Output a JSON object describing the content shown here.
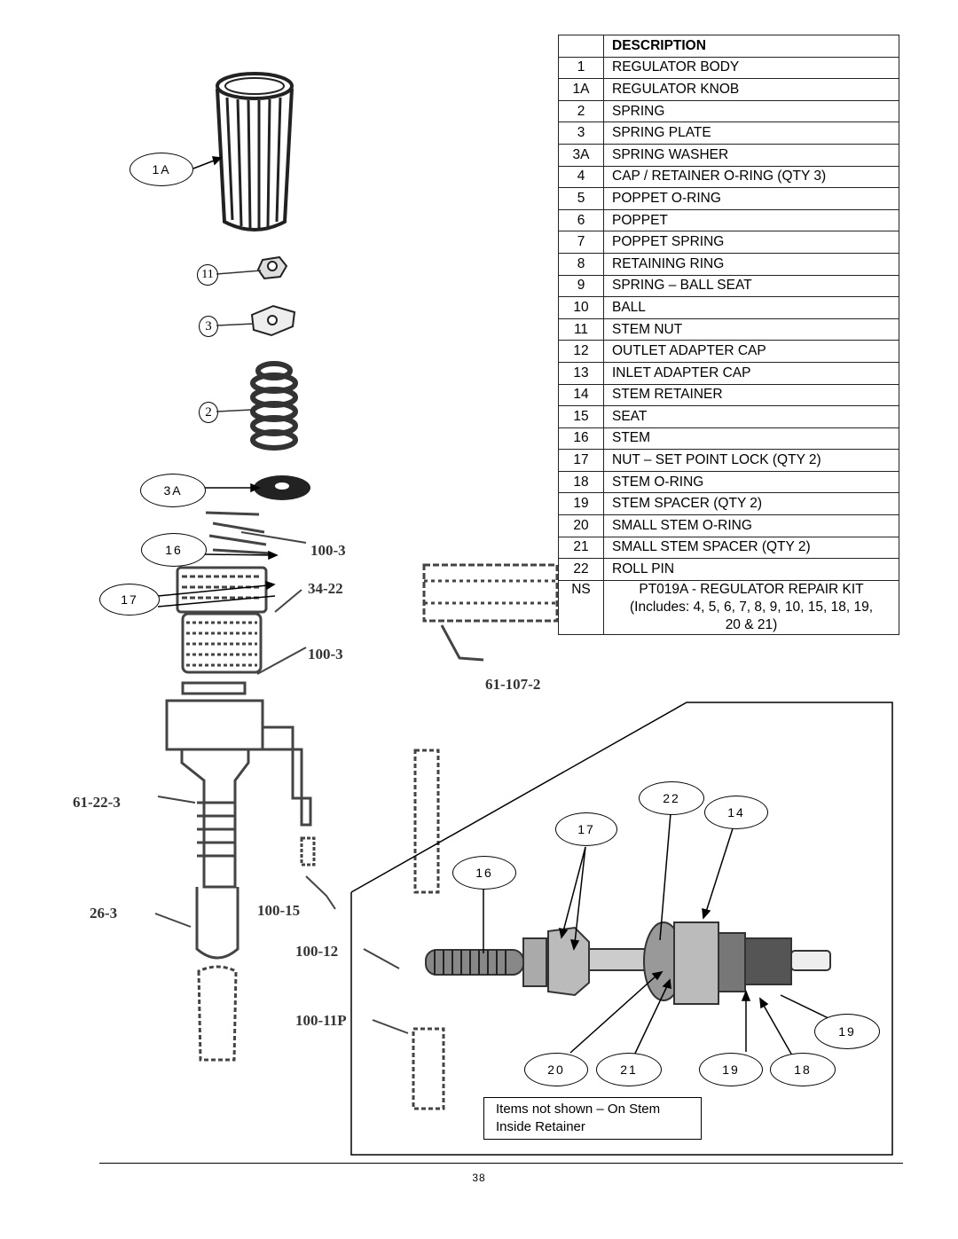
{
  "table": {
    "header": "DESCRIPTION",
    "rows": [
      {
        "num": "1",
        "desc": "REGULATOR BODY"
      },
      {
        "num": "1A",
        "desc": "REGULATOR KNOB"
      },
      {
        "num": "2",
        "desc": "SPRING"
      },
      {
        "num": "3",
        "desc": "SPRING PLATE"
      },
      {
        "num": "3A",
        "desc": "SPRING WASHER"
      },
      {
        "num": "4",
        "desc": "CAP / RETAINER O-RING (QTY 3)"
      },
      {
        "num": "5",
        "desc": "POPPET O-RING"
      },
      {
        "num": "6",
        "desc": "POPPET"
      },
      {
        "num": "7",
        "desc": "POPPET SPRING"
      },
      {
        "num": "8",
        "desc": "RETAINING RING"
      },
      {
        "num": "9",
        "desc": "SPRING – BALL SEAT"
      },
      {
        "num": "10",
        "desc": "BALL"
      },
      {
        "num": "11",
        "desc": "STEM NUT"
      },
      {
        "num": "12",
        "desc": "OUTLET ADAPTER CAP"
      },
      {
        "num": "13",
        "desc": "INLET ADAPTER CAP"
      },
      {
        "num": "14",
        "desc": "STEM RETAINER"
      },
      {
        "num": "15",
        "desc": "SEAT"
      },
      {
        "num": "16",
        "desc": "STEM"
      },
      {
        "num": "17",
        "desc": "NUT – SET POINT LOCK (QTY 2)"
      },
      {
        "num": "18",
        "desc": "STEM O-RING"
      },
      {
        "num": "19",
        "desc": "STEM SPACER (QTY 2)"
      },
      {
        "num": "20",
        "desc": "SMALL STEM O-RING"
      },
      {
        "num": "21",
        "desc": "SMALL STEM SPACER (QTY 2)"
      },
      {
        "num": "22",
        "desc": "ROLL PIN"
      }
    ],
    "kit": {
      "num": "NS",
      "line1": "PT019A - REGULATOR REPAIR KIT",
      "line2": "(Includes: 4, 5, 6, 7, 8, 9, 10, 15, 18, 19,",
      "line3": "20 & 21)"
    }
  },
  "callouts": {
    "c1a": "1A",
    "c3a": "3A",
    "c16a": "16",
    "c17a": "17",
    "d22": "22",
    "d14": "14",
    "d17": "17",
    "d16": "16",
    "d19a": "19",
    "d20": "20",
    "d21": "21",
    "d19b": "19",
    "d18": "18"
  },
  "circled_numbers": {
    "n11": "11",
    "n3": "3",
    "n2": "2"
  },
  "part_codes": {
    "p1003a": "100-3",
    "p3422": "34-22",
    "p1003b": "100-3",
    "p611072": "61-107-2",
    "p61223": "61-22-3",
    "p263": "26-3",
    "p10015": "100-15",
    "p10012": "100-12",
    "p10011p": "100-11P"
  },
  "note": {
    "line1": "Items not shown – On Stem",
    "line2": "Inside Retainer"
  },
  "page_number": "38"
}
